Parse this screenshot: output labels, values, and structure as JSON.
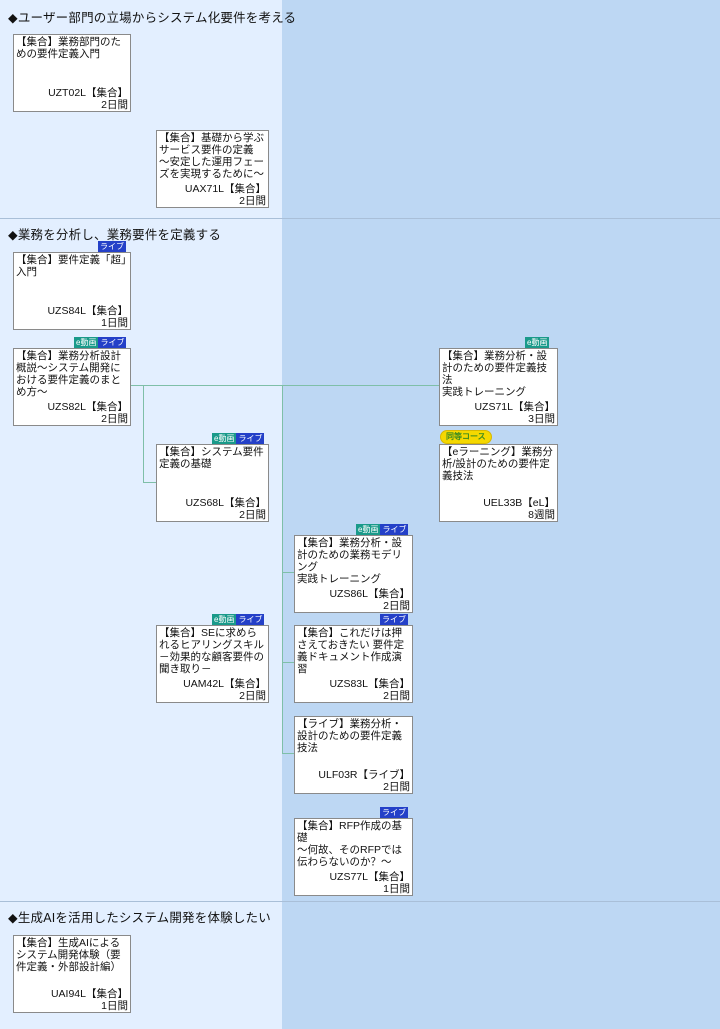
{
  "colors": {
    "left_bg": "#e3efff",
    "right_bg": "#bdd7f3",
    "connector": "#7fbfa8",
    "badge_edouga": "#1a9a8a",
    "badge_live": "#2440c8",
    "badge_equiv": "#f5d800"
  },
  "sections": [
    {
      "title": "◆ユーザー部門の立場からシステム化要件を考える"
    },
    {
      "title": "◆業務を分析し、業務要件を定義する"
    },
    {
      "title": "◆生成AIを活用したシステム開発を体験したい"
    }
  ],
  "equivalent_label": "同等コース",
  "badge_labels": {
    "edouga": "e動画",
    "live": "ライブ"
  },
  "courses": [
    {
      "title": "【集合】業務部門のための要件定義入門",
      "code": "UZT02L【集合】",
      "duration": "2日間",
      "badges": []
    },
    {
      "title": "【集合】基礎から学ぶサービス要件の定義\n～安定した運用フェーズを実現するために～",
      "code": "UAX71L【集合】",
      "duration": "2日間",
      "badges": []
    },
    {
      "title": "【集合】要件定義「超」入門",
      "code": "UZS84L【集合】",
      "duration": "1日間",
      "badges": [
        "live"
      ]
    },
    {
      "title": "【集合】業務分析設計概説～システム開発における要件定義のまとめ方～",
      "code": "UZS82L【集合】",
      "duration": "2日間",
      "badges": [
        "edouga",
        "live"
      ]
    },
    {
      "title": "【集合】業務分析・設計のための要件定義技法\n実践トレーニング",
      "code": "UZS71L【集合】",
      "duration": "3日間",
      "badges": [
        "edouga"
      ]
    },
    {
      "title": "【eラーニング】業務分析/設計のための要件定義技法",
      "code": "UEL33B【eL】",
      "duration": "8週間",
      "badges": []
    },
    {
      "title": "【集合】システム要件定義の基礎",
      "code": "UZS68L【集合】",
      "duration": "2日間",
      "badges": [
        "edouga",
        "live"
      ]
    },
    {
      "title": "【集合】業務分析・設計のための業務モデリング\n実践トレーニング",
      "code": "UZS86L【集合】",
      "duration": "2日間",
      "badges": [
        "edouga",
        "live"
      ]
    },
    {
      "title": "【集合】SEに求められるヒアリングスキル－効果的な顧客要件の聞き取り－",
      "code": "UAM42L【集合】",
      "duration": "2日間",
      "badges": [
        "edouga",
        "live"
      ]
    },
    {
      "title": "【集合】これだけは押さえておきたい 要件定義ドキュメント作成演習",
      "code": "UZS83L【集合】",
      "duration": "2日間",
      "badges": [
        "live"
      ]
    },
    {
      "title": "【ライブ】業務分析・設計のための要件定義技法",
      "code": "ULF03R【ライブ】",
      "duration": "2日間",
      "badges": []
    },
    {
      "title": "【集合】RFP作成の基礎\n～何故、そのRFPでは伝わらないのか？～",
      "code": "UZS77L【集合】",
      "duration": "1日間",
      "badges": [
        "live"
      ]
    },
    {
      "title": "【集合】生成AIによるシステム開発体験（要件定義・外部設計編）",
      "code": "UAI94L【集合】",
      "duration": "1日間",
      "badges": []
    }
  ]
}
